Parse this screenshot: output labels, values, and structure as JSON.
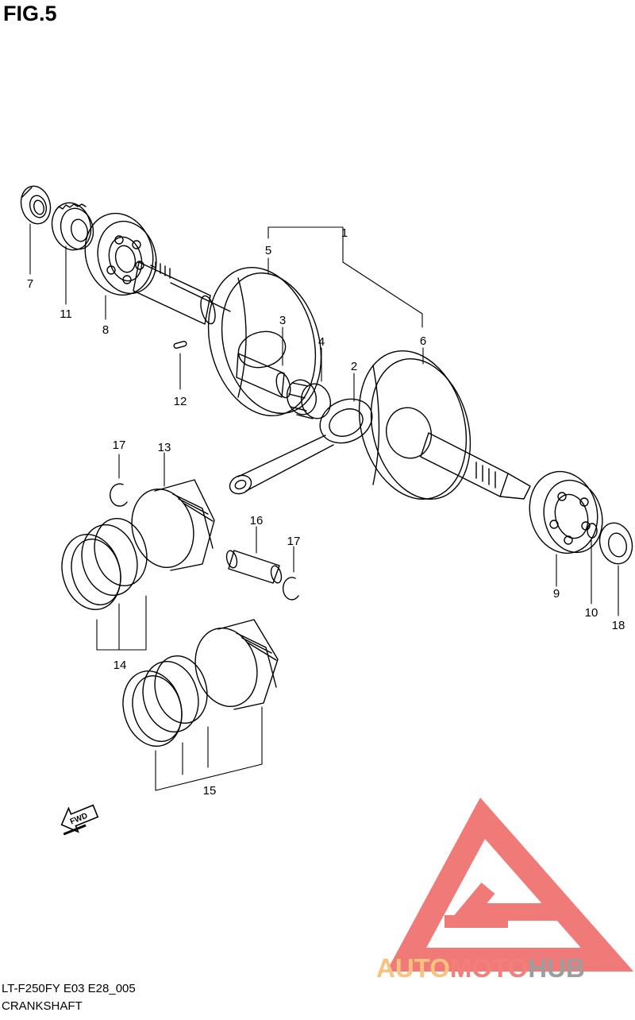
{
  "figure": {
    "title": "FIG.5"
  },
  "footer": {
    "model_code": "LT-F250FY E03 E28_005",
    "section_name": "CRANKSHAFT"
  },
  "parts": [
    {
      "no": "1"
    },
    {
      "no": "2"
    },
    {
      "no": "3"
    },
    {
      "no": "4"
    },
    {
      "no": "5"
    },
    {
      "no": "6"
    },
    {
      "no": "7"
    },
    {
      "no": "8"
    },
    {
      "no": "9"
    },
    {
      "no": "10"
    },
    {
      "no": "11"
    },
    {
      "no": "12"
    },
    {
      "no": "13"
    },
    {
      "no": "14"
    },
    {
      "no": "15"
    },
    {
      "no": "16"
    },
    {
      "no": "17"
    },
    {
      "no": "17"
    },
    {
      "no": "18"
    }
  ],
  "direction_marker": {
    "text": "FWD",
    "icon": "fwd-arrow-icon"
  },
  "watermark": {
    "brand_auto": "AUTO",
    "brand_moto": "MOTO",
    "brand_hub": "HUB",
    "colors": {
      "logo_red": "#f07a78",
      "auto": "#f7c37e",
      "moto": "#f27f7a",
      "hub": "#9d9d9d"
    }
  }
}
